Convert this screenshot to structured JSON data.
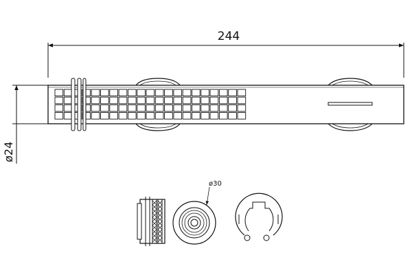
{
  "dimensions": {
    "length_label": "244",
    "diameter_label": "ø24",
    "outer_diameter_label": "ø30"
  },
  "filter_grid": {
    "rows": 4,
    "columns": 21
  },
  "colors": {
    "line": "#111111",
    "background": "#ffffff"
  }
}
